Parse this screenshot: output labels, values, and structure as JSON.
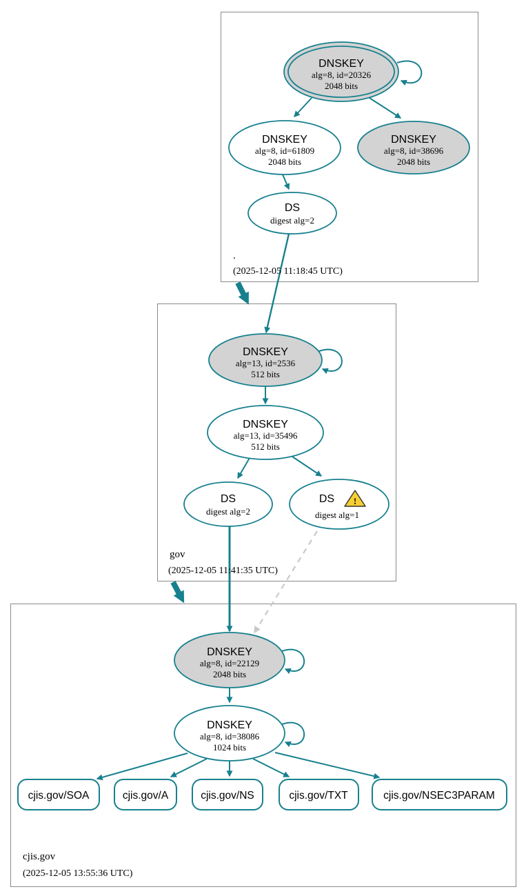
{
  "colors": {
    "edge_teal": "#17808E",
    "node_gray_fill": "#d3d3d3",
    "node_white_fill": "#ffffff",
    "zone_box_border": "#8a8a8a",
    "insecure_dashed_edge": "#c9c9c9",
    "warning_fill": "#f7cf33"
  },
  "zones": {
    "root": {
      "label": ".",
      "timestamp": "(2025-12-05 11:18:45 UTC)",
      "ksk": {
        "title": "DNSKEY",
        "alg": "alg=8, id=20326",
        "bits": "2048 bits"
      },
      "zsk": {
        "title": "DNSKEY",
        "alg": "alg=8, id=61809",
        "bits": "2048 bits"
      },
      "ksk2": {
        "title": "DNSKEY",
        "alg": "alg=8, id=38696",
        "bits": "2048 bits"
      },
      "ds": {
        "title": "DS",
        "digest": "digest alg=2"
      }
    },
    "gov": {
      "label": "gov",
      "timestamp": "(2025-12-05 11:41:35 UTC)",
      "ksk": {
        "title": "DNSKEY",
        "alg": "alg=13, id=2536",
        "bits": "512 bits"
      },
      "zsk": {
        "title": "DNSKEY",
        "alg": "alg=13, id=35496",
        "bits": "512 bits"
      },
      "ds2": {
        "title": "DS",
        "digest": "digest alg=2"
      },
      "ds1": {
        "title": "DS",
        "digest": "digest alg=1",
        "warning_mark": "!"
      }
    },
    "cjis": {
      "label": "cjis.gov",
      "timestamp": "(2025-12-05 13:55:36 UTC)",
      "ksk": {
        "title": "DNSKEY",
        "alg": "alg=8, id=22129",
        "bits": "2048 bits"
      },
      "zsk": {
        "title": "DNSKEY",
        "alg": "alg=8, id=38086",
        "bits": "1024 bits"
      },
      "rrsets": [
        "cjis.gov/SOA",
        "cjis.gov/A",
        "cjis.gov/NS",
        "cjis.gov/TXT",
        "cjis.gov/NSEC3PARAM"
      ]
    }
  }
}
